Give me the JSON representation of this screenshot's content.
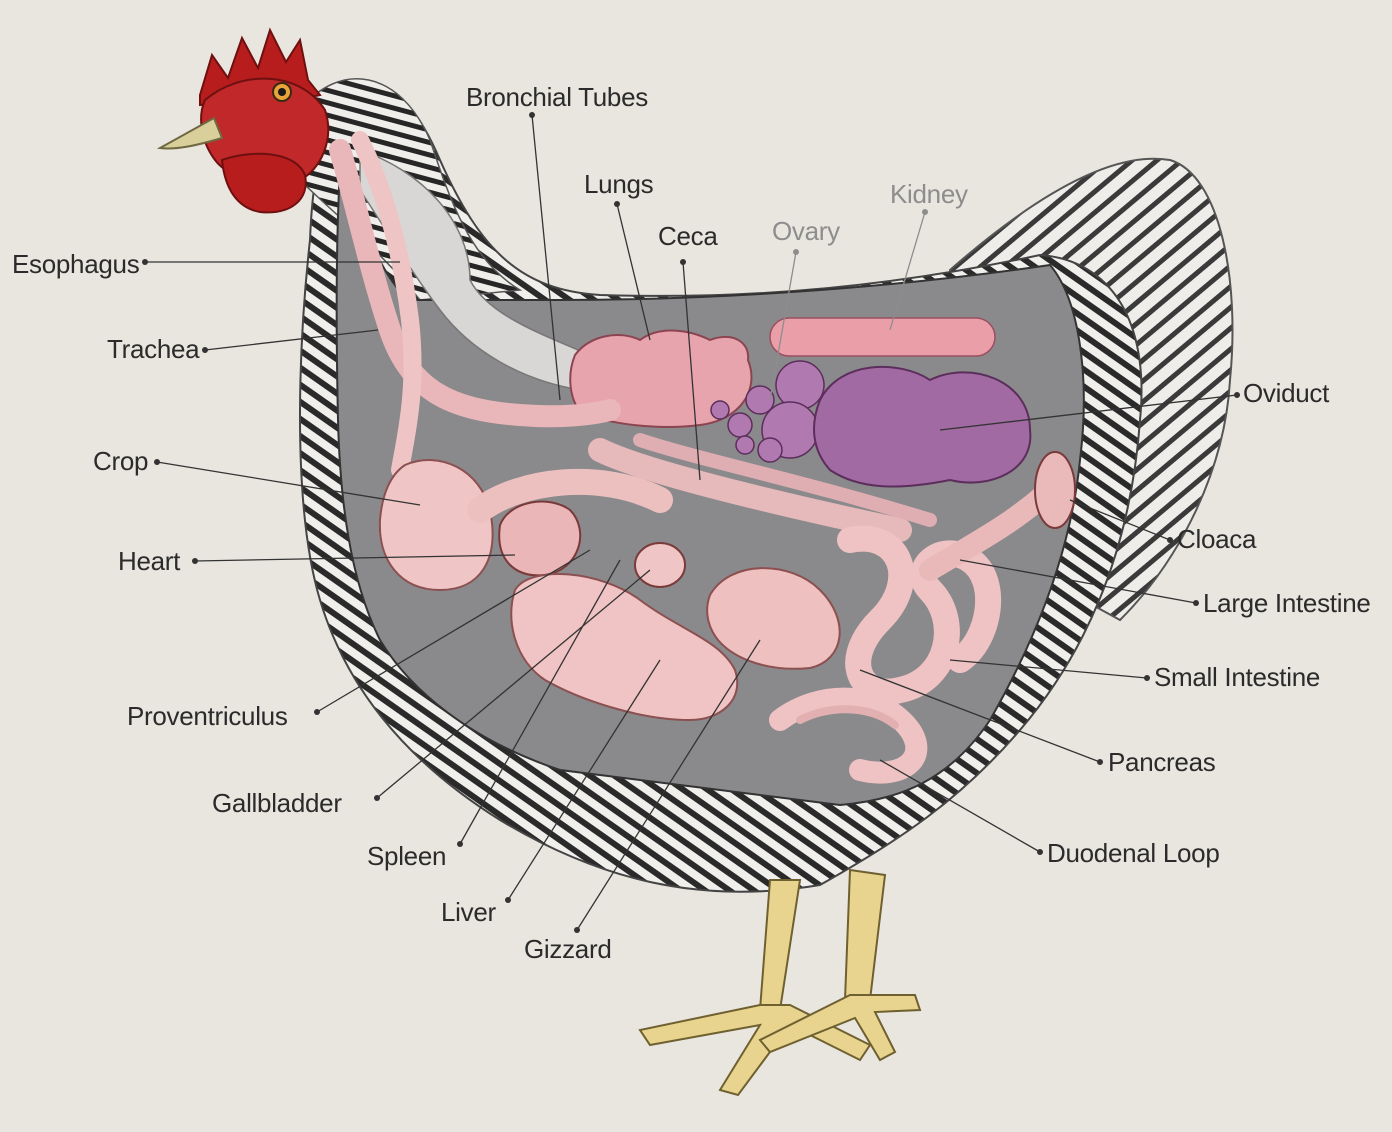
{
  "colors": {
    "paper": "#e9e6df",
    "comb": "#b71d1d",
    "beak": "#d8cf9a",
    "feather_dark": "#2a2a2a",
    "feather_light": "#f0efec",
    "cavity": "#8a898c",
    "organ_pink": "#eec0c0",
    "lung_pink": "#e7a4ad",
    "ovary_purple": "#b07ab0",
    "legs": "#e8d48e",
    "label_text": "#2b2b2b",
    "faint_label": "#8d8d8d"
  },
  "labels": {
    "esophagus": "Esophagus",
    "trachea": "Trachea",
    "crop": "Crop",
    "heart": "Heart",
    "proventriculus": "Proventriculus",
    "gallbladder": "Gallbladder",
    "spleen": "Spleen",
    "liver": "Liver",
    "gizzard": "Gizzard",
    "bronchial_tubes": "Bronchial Tubes",
    "lungs": "Lungs",
    "ceca": "Ceca",
    "ovary": "Ovary",
    "kidney": "Kidney",
    "oviduct": "Oviduct",
    "cloaca": "Cloaca",
    "large_intestine": "Large Intestine",
    "small_intestine": "Small Intestine",
    "pancreas": "Pancreas",
    "duodenal_loop": "Duodenal Loop"
  }
}
